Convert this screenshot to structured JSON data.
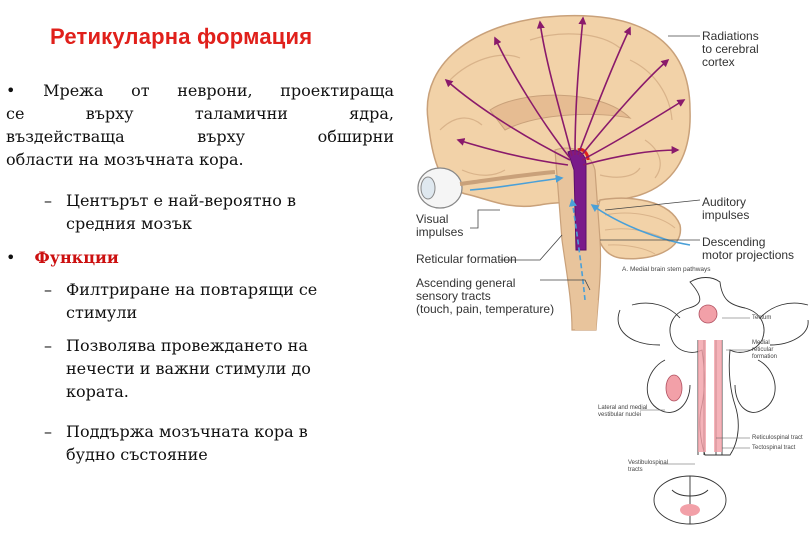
{
  "slide": {
    "title": "Ретикуларна формация",
    "bullets": [
      {
        "marker": "•",
        "text": "Мрежа от неврони, проектираща се върху таламични ядра, въздействаща върху обширни области на мозъчната  кора.",
        "lines": [
          "Мрежа от неврони, проектираща",
          "се върху таламични ядра,",
          "въздействаща върху обширни",
          "области на мозъчната  кора."
        ],
        "sub": [
          {
            "marker": "–",
            "lines": [
              "Центърът е най-вероятно в",
              "средния мозък"
            ]
          }
        ]
      },
      {
        "marker": "•",
        "text": "Функции",
        "sub": [
          {
            "marker": "–",
            "lines": [
              "Филтриране на повтарящи се",
              "стимули"
            ]
          },
          {
            "marker": "–",
            "lines": [
              "Позволява провеждането на",
              "нечести и важни стимули до",
              "кората."
            ]
          },
          {
            "marker": "–",
            "lines": [
              "Поддържа мозъчната кора в",
              "будно състояние"
            ]
          }
        ]
      }
    ]
  },
  "figure_main": {
    "labels": {
      "radiations": [
        "Radiations",
        "to cerebral",
        "cortex"
      ],
      "visual": [
        "Visual",
        "impulses"
      ],
      "auditory": [
        "Auditory",
        "impulses"
      ],
      "descending": [
        "Descending",
        "motor projections"
      ],
      "reticular": "Reticular formation",
      "ascending": [
        "Ascending general",
        "sensory tracts",
        "(touch, pain, temperature)"
      ]
    }
  },
  "figure_inset": {
    "caption": "A. Medial brain stem pathways",
    "labels": {
      "tectum": "Tectum",
      "medial": [
        "Medial",
        "reticular",
        "formation"
      ],
      "lateral": [
        "Lateral and medial",
        "vestibular nuclei"
      ],
      "reticulospinal": "Reticulospinal tract",
      "tectospinal": "Tectospinal tract",
      "vestibulospinal": [
        "Vestibulospinal",
        "tracts"
      ]
    }
  },
  "colors": {
    "title": "#e0201b",
    "functions": "#cc1010",
    "arrow": "#8a1a6b",
    "brain": "#f2d2a8",
    "brain_edge": "#c9a17a",
    "stem": "#e8c49c",
    "blue": "#4aa0d8",
    "inset_pink": "#f2a0a8"
  }
}
